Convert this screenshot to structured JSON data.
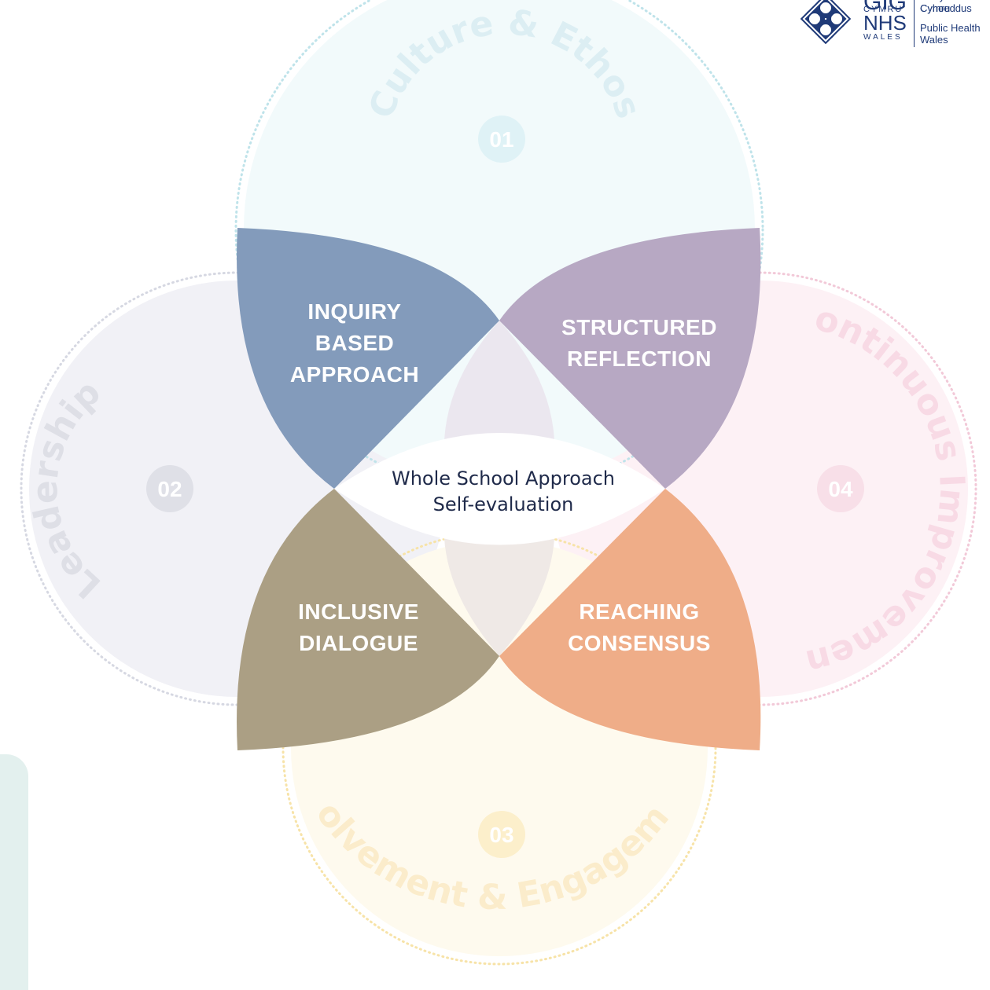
{
  "logo": {
    "dig": "GIG",
    "cymru": "CYMRU",
    "nhs": "NHS",
    "wales": "WALES",
    "org_welsh_1": "Iechyd Cyhoeddus",
    "org_welsh_2": "Cymru",
    "org_english_1": "Public Health",
    "org_english_2": "Wales"
  },
  "center": {
    "line1": "Whole School Approach",
    "line2": "Self-evaluation"
  },
  "circles": [
    {
      "number": "01",
      "label": "Culture & Ethos",
      "color": "#7cc9d6"
    },
    {
      "number": "02",
      "label": "Leadership",
      "color": "#aab0c4"
    },
    {
      "number": "03",
      "label": "Involvement & Engagement",
      "color": "#f5d277"
    },
    {
      "number": "04",
      "label": "Continuous Improvement",
      "color": "#eeaec8"
    }
  ],
  "petals": [
    {
      "lines": [
        "INQUIRY",
        "BASED",
        "APPROACH"
      ],
      "color": "#839bbb"
    },
    {
      "lines": [
        "STRUCTURED",
        "REFLECTION"
      ],
      "color": "#b7a8c3"
    },
    {
      "lines": [
        "INCLUSIVE",
        "DIALOGUE"
      ],
      "color": "#ab9f84"
    },
    {
      "lines": [
        "REACHING",
        "CONSENSUS"
      ],
      "color": "#efad88"
    }
  ]
}
